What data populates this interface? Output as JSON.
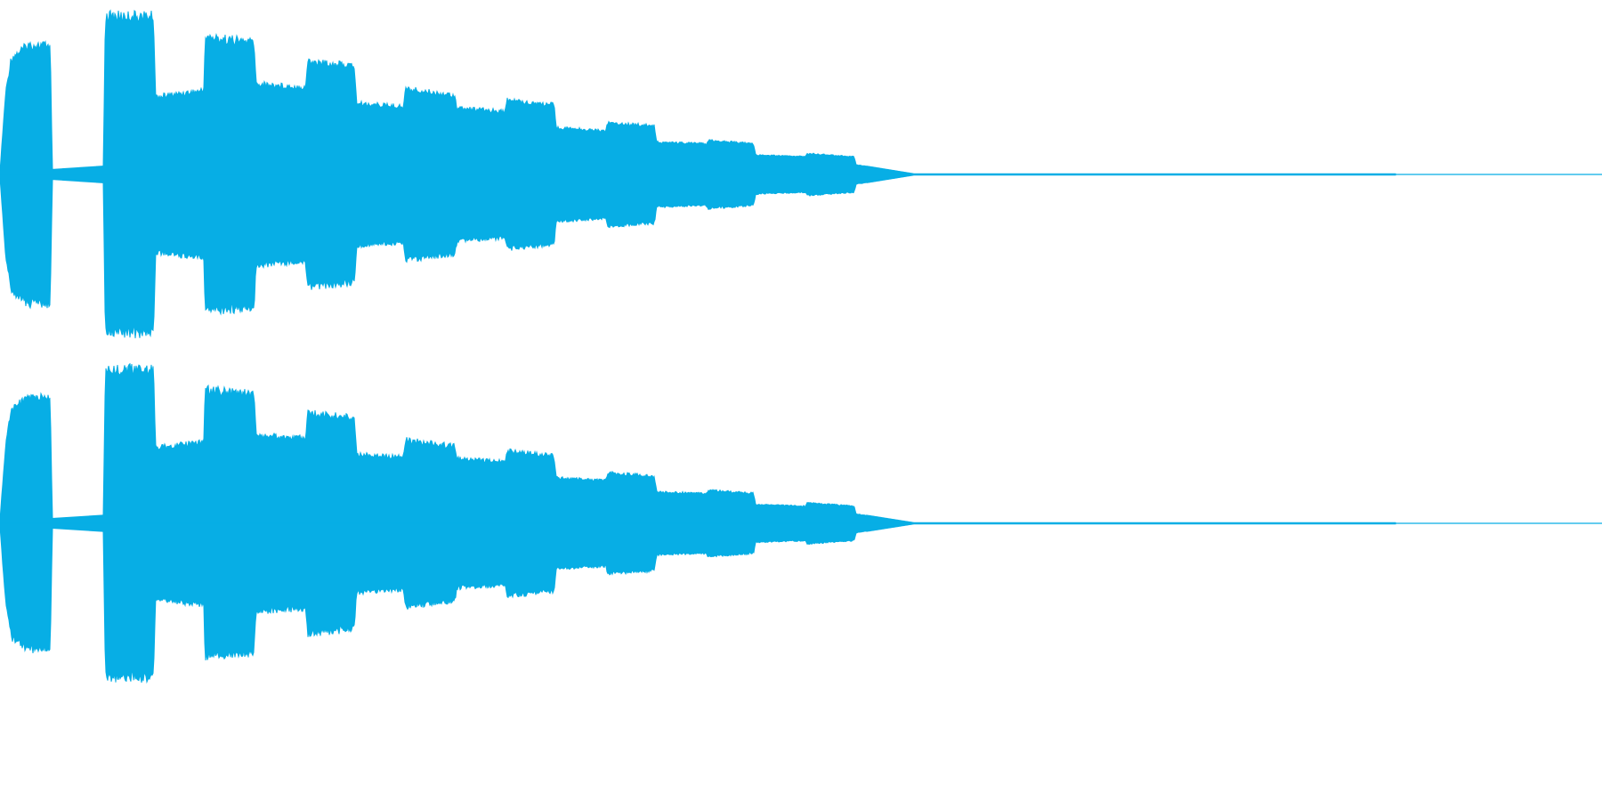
{
  "waveform": {
    "waveform_color": "#07AEE5",
    "background_color": "#FFFFFF",
    "channel_count": 2,
    "envelope": {
      "t": [
        0.0,
        0.004,
        0.008,
        0.02,
        0.036,
        0.0375,
        0.074,
        0.0755,
        0.11,
        0.1115,
        0.146,
        0.147,
        0.182,
        0.1835,
        0.219,
        0.2205,
        0.254,
        0.2555,
        0.289,
        0.2905,
        0.326,
        0.3275,
        0.362,
        0.3635,
        0.397,
        0.3985,
        0.434,
        0.4355,
        0.469,
        0.4705,
        0.506,
        0.5075,
        0.54,
        0.5415,
        0.577,
        0.5785,
        0.612,
        0.6135,
        0.655,
        1.0
      ],
      "amp": [
        0.02,
        0.5,
        0.72,
        0.8,
        0.8,
        0.03,
        0.05,
        0.98,
        0.98,
        0.48,
        0.52,
        0.85,
        0.82,
        0.56,
        0.54,
        0.7,
        0.67,
        0.44,
        0.42,
        0.53,
        0.49,
        0.41,
        0.39,
        0.46,
        0.43,
        0.29,
        0.27,
        0.32,
        0.3,
        0.2,
        0.19,
        0.21,
        0.19,
        0.12,
        0.11,
        0.13,
        0.11,
        0.06,
        0.004,
        0.004
      ]
    }
  }
}
